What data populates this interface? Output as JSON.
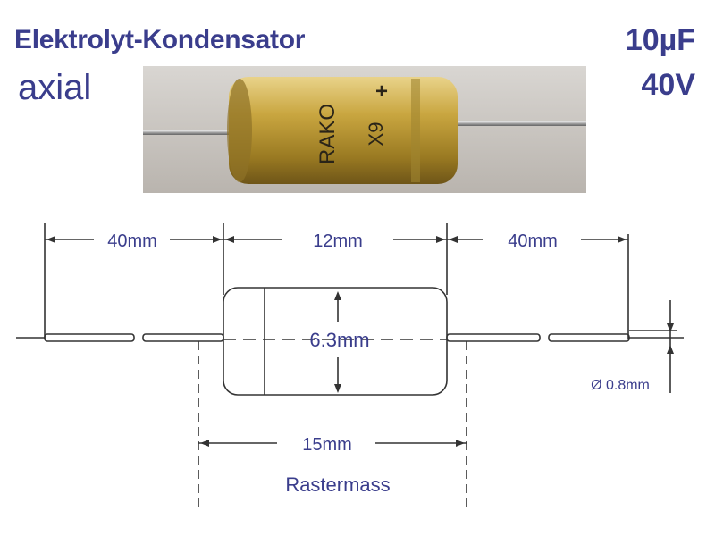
{
  "header": {
    "title": "Elektrolyt-Kondensator",
    "subtitle": "axial",
    "capacitance": "10µF",
    "voltage": "40V"
  },
  "photo": {
    "brand_text": "RAKO",
    "marking": "X9",
    "polarity": "+"
  },
  "drawing": {
    "lead_left_length": "40mm",
    "body_length": "12mm",
    "lead_right_length": "40mm",
    "body_diameter": "6.3mm",
    "lead_diameter": "Ø 0.8mm",
    "pitch": "15mm",
    "pitch_caption": "Rastermass"
  },
  "colors": {
    "label": "#3a3d8c",
    "line": "#333333",
    "capacitor_gold": "#c9a640"
  }
}
